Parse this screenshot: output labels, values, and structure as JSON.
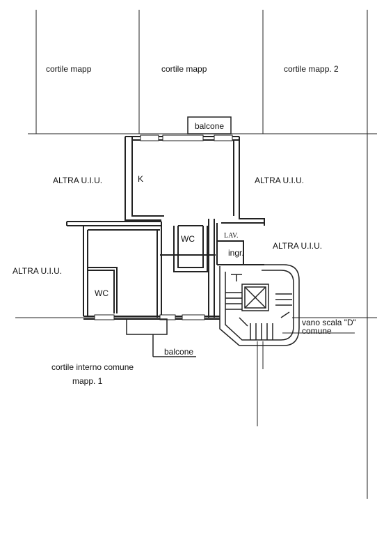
{
  "labels": {
    "courtyard_left": "cortile mapp",
    "courtyard_mid": "cortile mapp",
    "courtyard_right": "cortile mapp. 2",
    "balcony_top": "balcone",
    "other_unit_top_left": "ALTRA U.I.U.",
    "other_unit_top_right": "ALTRA U.I.U.",
    "other_unit_right": "ALTRA U.I.U.",
    "other_unit_left": "ALTRA U.I.U.",
    "kitchen": "K",
    "wc_upper": "WC",
    "laundry": "LAV.",
    "entrance": "ingr.",
    "wc_lower": "WC",
    "staircase_line1": "vano scala \"D\"",
    "staircase_line2": "comune",
    "balcony_bottom": "balcone",
    "inner_courtyard_line1": "cortile interno comune",
    "inner_courtyard_line2": "mapp. 1"
  }
}
